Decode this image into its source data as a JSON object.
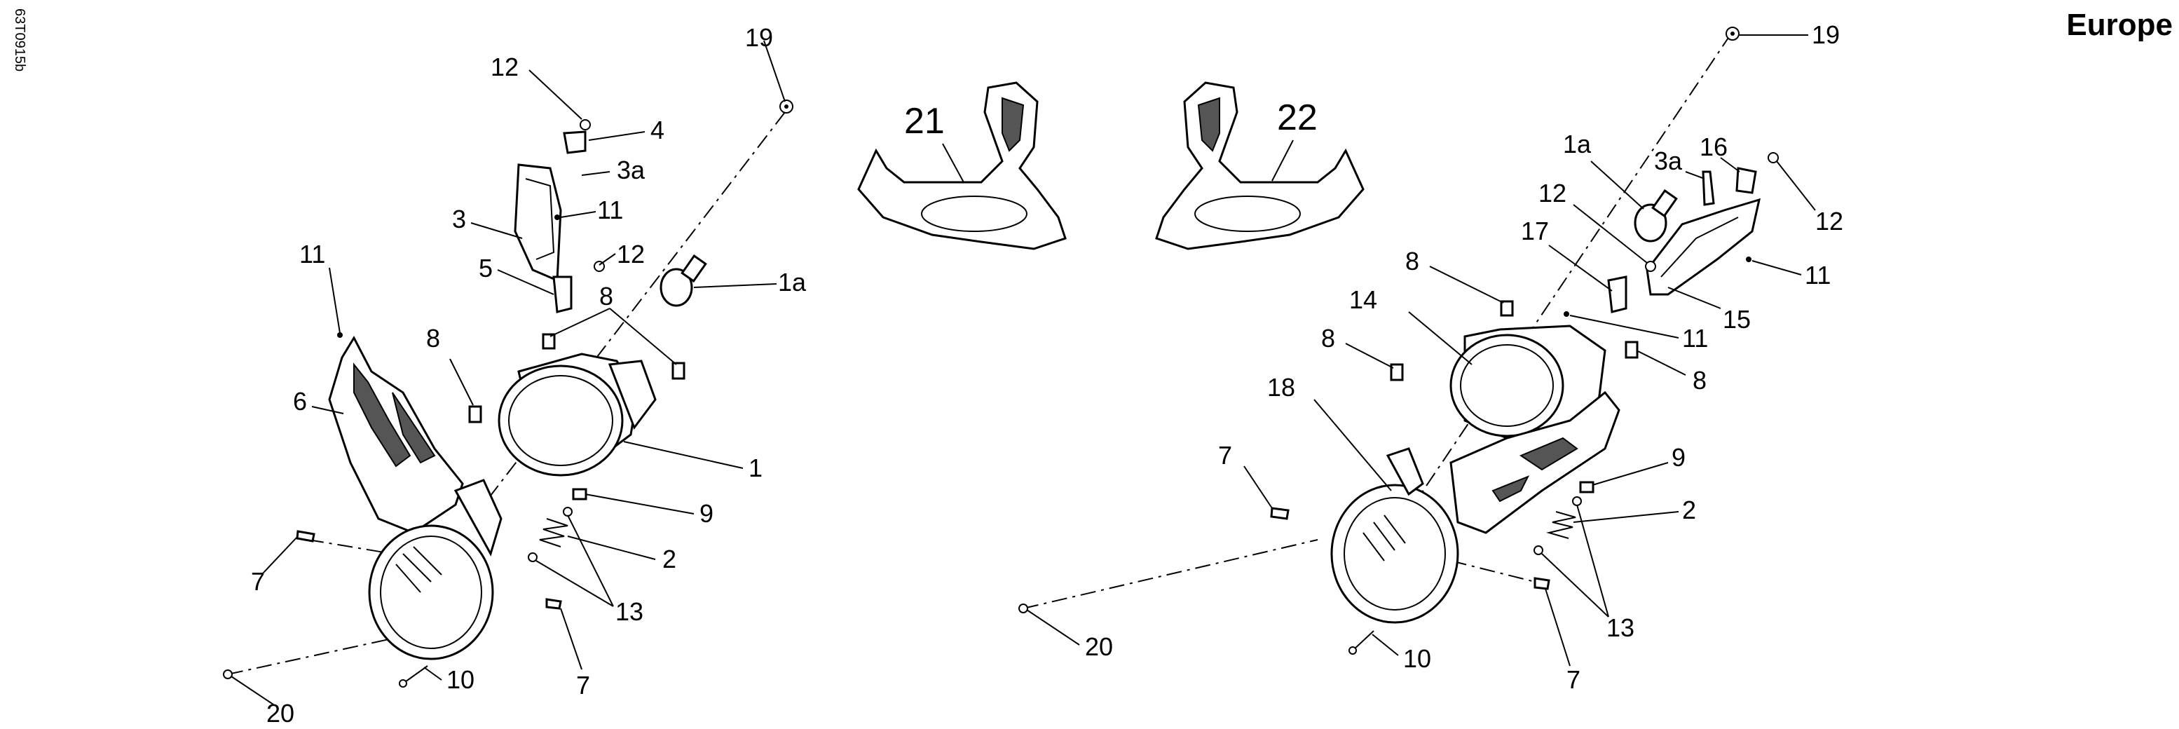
{
  "diagram": {
    "drawing_code": "63T0915b",
    "region": "Europe",
    "callouts": {
      "left": {
        "c19": "19",
        "c12a": "12",
        "c4": "4",
        "c3a": "3a",
        "c3": "3",
        "c11a": "11",
        "c5": "5",
        "c12b": "12",
        "c1a": "1a",
        "c8a": "8",
        "c11b": "11",
        "c8b": "8",
        "c6": "6",
        "c1": "1",
        "c9": "9",
        "c2": "2",
        "c7a": "7",
        "c13": "13",
        "c7b": "7",
        "c10": "10",
        "c20": "20"
      },
      "brackets": {
        "c21": "21",
        "c22": "22"
      },
      "right": {
        "c19": "19",
        "c1a": "1a",
        "c16": "16",
        "c3a": "3a",
        "c12a": "12",
        "c12b": "12",
        "c17": "17",
        "c8a": "8",
        "c11a": "11",
        "c15": "15",
        "c14": "14",
        "c11b": "11",
        "c8b": "8",
        "c8c": "8",
        "c18": "18",
        "c7a": "7",
        "c9": "9",
        "c2": "2",
        "c20": "20",
        "c13": "13",
        "c10": "10",
        "c7b": "7"
      }
    }
  }
}
